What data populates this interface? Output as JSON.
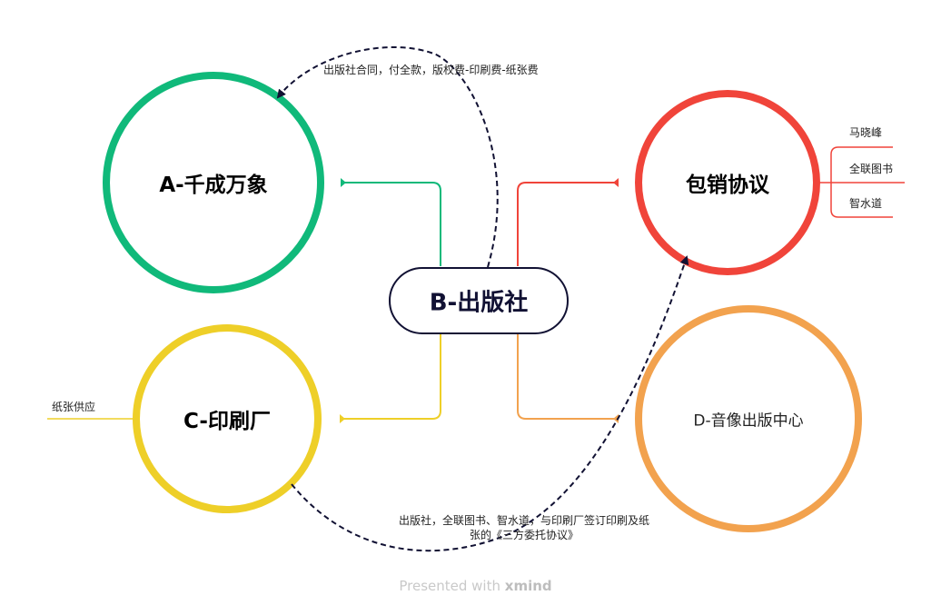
{
  "nodes": {
    "center": "B-出版社",
    "a": "A-千成万象",
    "b_sales": "包销协议",
    "c": "C-印刷厂",
    "d": "D-音像出版中心"
  },
  "branches": {
    "sales_members": [
      "马晓峰",
      "全联图书",
      "智水道"
    ],
    "paper_supply": "纸张供应"
  },
  "relations": {
    "top": "出版社合同，付全款，版权费-印刷费-纸张费",
    "bottom_line1": "出版社，全联图书、智水道，与印刷厂签订印刷及纸",
    "bottom_line2": "张的《三方委托协议》"
  },
  "footer": {
    "prefix": "Presented with",
    "brand": "xmind"
  },
  "colors": {
    "green": "#10b97a",
    "red": "#f0443a",
    "yellow": "#eecf28",
    "orange": "#f2a24e",
    "dark": "#111133"
  }
}
